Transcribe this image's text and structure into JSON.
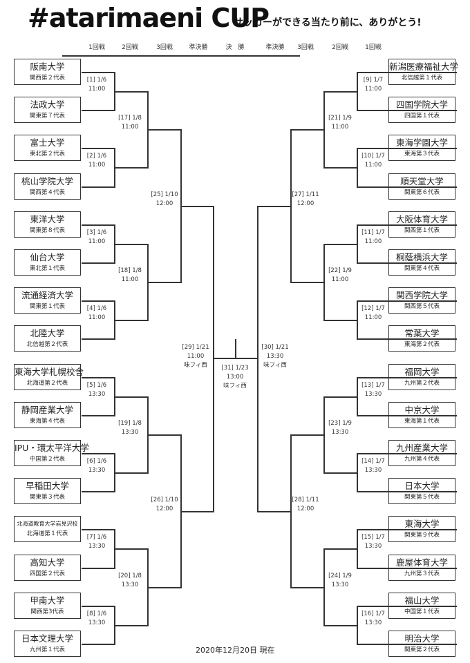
{
  "header": {
    "logo_text": "#atarimaeni CUP",
    "subtitle": "サッカーができる当たり前に、ありがとう!",
    "rounds": [
      "1回戦",
      "2回戦",
      "3回戦",
      "準決勝",
      "決　勝",
      "準決勝",
      "3回戦",
      "2回戦",
      "1回戦"
    ]
  },
  "left_teams": [
    {
      "name": "阪南大学",
      "rep": "関西第２代表"
    },
    {
      "name": "法政大学",
      "rep": "関東第７代表"
    },
    {
      "name": "富士大学",
      "rep": "東北第２代表"
    },
    {
      "name": "桃山学院大学",
      "rep": "関西第４代表"
    },
    {
      "name": "東洋大学",
      "rep": "関東第８代表"
    },
    {
      "name": "仙台大学",
      "rep": "東北第１代表"
    },
    {
      "name": "流通経済大学",
      "rep": "関東第１代表"
    },
    {
      "name": "北陸大学",
      "rep": "北信越第２代表"
    },
    {
      "name": "東海大学札幌校舎",
      "rep": "北海道第２代表"
    },
    {
      "name": "静岡産業大学",
      "rep": "東海第４代表"
    },
    {
      "name": "IPU・環太平洋大学",
      "rep": "中国第２代表"
    },
    {
      "name": "早稲田大学",
      "rep": "関東第３代表"
    },
    {
      "name": "北海道教育大学岩見沢校",
      "rep": "北海道第１代表"
    },
    {
      "name": "高知大学",
      "rep": "四国第２代表"
    },
    {
      "name": "甲南大学",
      "rep": "関西第3代表"
    },
    {
      "name": "日本文理大学",
      "rep": "九州第１代表"
    }
  ],
  "right_teams": [
    {
      "name": "新潟医療福祉大学",
      "rep": "北信越第１代表"
    },
    {
      "name": "四国学院大学",
      "rep": "四国第１代表"
    },
    {
      "name": "東海学園大学",
      "rep": "東海第３代表"
    },
    {
      "name": "順天堂大学",
      "rep": "関東第６代表"
    },
    {
      "name": "大阪体育大学",
      "rep": "関西第１代表"
    },
    {
      "name": "桐蔭横浜大学",
      "rep": "関東第４代表"
    },
    {
      "name": "関西学院大学",
      "rep": "関西第５代表"
    },
    {
      "name": "常葉大学",
      "rep": "東海第２代表"
    },
    {
      "name": "福岡大学",
      "rep": "九州第２代表"
    },
    {
      "name": "中京大学",
      "rep": "東海第１代表"
    },
    {
      "name": "九州産業大学",
      "rep": "九州第４代表"
    },
    {
      "name": "日本大学",
      "rep": "関東第５代表"
    },
    {
      "name": "東海大学",
      "rep": "関東第９代表"
    },
    {
      "name": "鹿屋体育大学",
      "rep": "九州第３代表"
    },
    {
      "name": "福山大学",
      "rep": "中国第１代表"
    },
    {
      "name": "明治大学",
      "rep": "関東第２代表"
    }
  ],
  "left_matches": {
    "r1": [
      [
        "[1]  1/6",
        "11:00"
      ],
      [
        "[2]  1/6",
        "11:00"
      ],
      [
        "[3]  1/6",
        "11:00"
      ],
      [
        "[4]  1/6",
        "11:00"
      ],
      [
        "[5]  1/6",
        "13:30"
      ],
      [
        "[6]  1/6",
        "13:30"
      ],
      [
        "[7]  1/6",
        "13:30"
      ],
      [
        "[8]  1/6",
        "13:30"
      ]
    ],
    "r2": [
      [
        "[17]  1/8",
        "11:00"
      ],
      [
        "[18]  1/8",
        "11:00"
      ],
      [
        "[19]  1/8",
        "13:30"
      ],
      [
        "[20]  1/8",
        "13:30"
      ]
    ],
    "r3": [
      [
        "[25]  1/10",
        "12:00"
      ],
      [
        "[26]  1/10",
        "12:00"
      ]
    ]
  },
  "right_matches": {
    "r1": [
      [
        "[9] 1/7",
        "11:00"
      ],
      [
        "[10] 1/7",
        "11:00"
      ],
      [
        "[11] 1/7",
        "11:00"
      ],
      [
        "[12] 1/7",
        "11:00"
      ],
      [
        "[13] 1/7",
        "13:30"
      ],
      [
        "[14] 1/7",
        "13:30"
      ],
      [
        "[15] 1/7",
        "13:30"
      ],
      [
        "[16] 1/7",
        "13:30"
      ]
    ],
    "r2": [
      [
        "[21]  1/9",
        "11:00"
      ],
      [
        "[22]  1/9",
        "11:00"
      ],
      [
        "[23]  1/9",
        "13:30"
      ],
      [
        "[24]  1/9",
        "13:30"
      ]
    ],
    "r3": [
      [
        "[27]  1/11",
        "12:00"
      ],
      [
        "[28]  1/11",
        "12:00"
      ]
    ]
  },
  "semifinals": [
    [
      "[29]  1/21",
      "11:00",
      "味フィ西"
    ],
    [
      "[30]  1/21",
      "13:30",
      "味フィ西"
    ]
  ],
  "final": [
    "[31]  1/23",
    "13:00",
    "味フィ西"
  ],
  "footer": "2020年12月20日 現在"
}
